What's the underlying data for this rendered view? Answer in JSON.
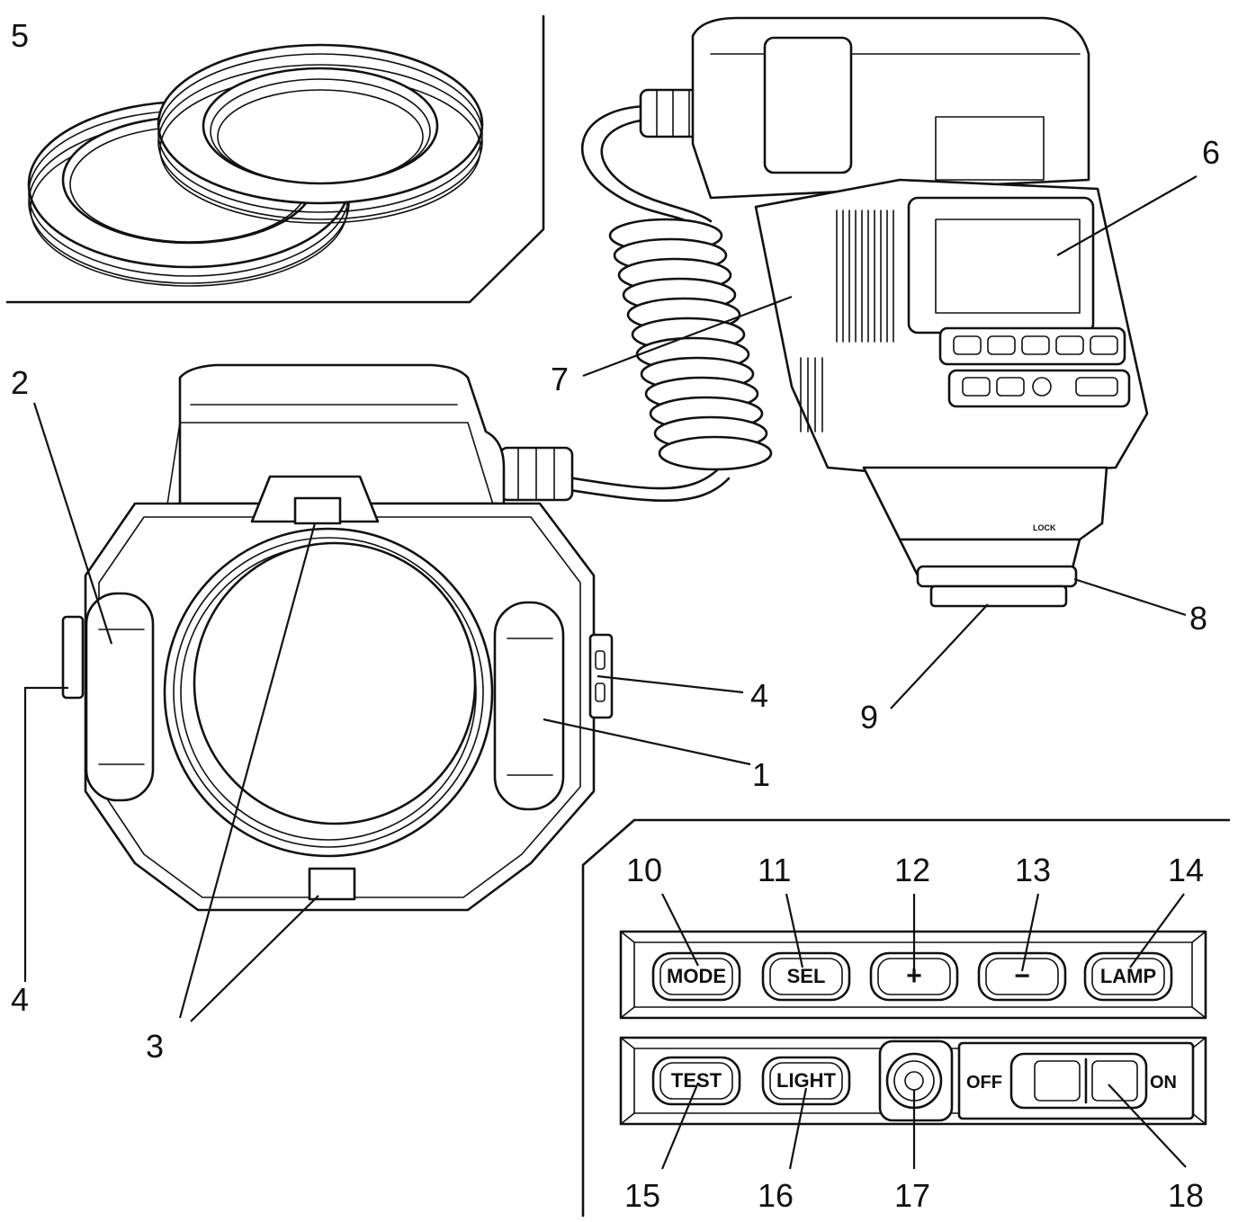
{
  "callouts": {
    "c1": "1",
    "c2": "2",
    "c3": "3",
    "c4_left": "4",
    "c4_right": "4",
    "c5": "5",
    "c6": "6",
    "c7": "7",
    "c8": "8",
    "c9": "9",
    "c10": "10",
    "c11": "11",
    "c12": "12",
    "c13": "13",
    "c14": "14",
    "c15": "15",
    "c16": "16",
    "c17": "17",
    "c18": "18"
  },
  "panel": {
    "buttons_top": [
      "MODE",
      "SEL",
      "+",
      "−",
      "LAMP"
    ],
    "buttons_bottom": [
      "TEST",
      "LIGHT"
    ],
    "switch_off": "OFF",
    "switch_on": "ON",
    "lock_label": "LOCK"
  },
  "icons": {
    "adapter_rings": "adapter-rings-icon",
    "ring_flash": "ring-flash-icon",
    "controller": "flash-controller-icon",
    "coiled_cable": "coiled-cable-icon"
  }
}
